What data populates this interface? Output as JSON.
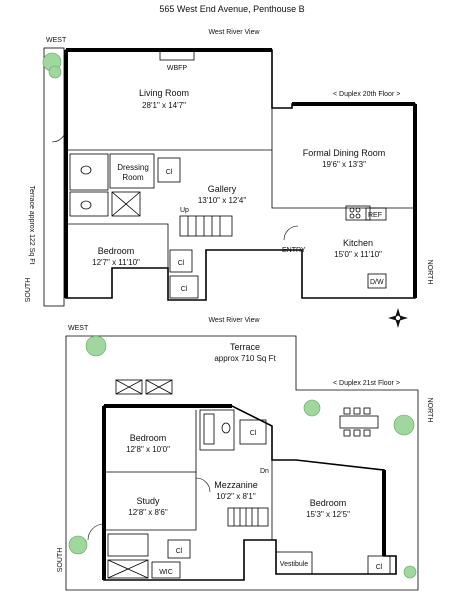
{
  "title": "565 West End Avenue, Penthouse B",
  "upper": {
    "river_view": "West River View",
    "west": "WEST",
    "south": "SOUTH",
    "north": "NORTH",
    "floor": "< Duplex 20th Floor >",
    "terrace_vertical": "Terrace  approx 122 Sq Ft",
    "rooms": {
      "living_name": "Living Room",
      "living_dim": "28'1\" x 14'7\"",
      "wbfp": "WBFP",
      "dressing_1": "Dressing",
      "dressing_2": "Room",
      "dining_name": "Formal Dining Room",
      "dining_dim": "19'6\" x 13'3\"",
      "gallery_name": "Gallery",
      "gallery_dim": "13'10\" x 12'4\"",
      "bedroom_name": "Bedroom",
      "bedroom_dim": "12'7\" x 11'10\"",
      "kitchen_name": "Kitchen",
      "kitchen_dim": "15'0\" x 11'10\"",
      "cl": "Cl",
      "up": "Up",
      "entry": "ENTRY",
      "ref": "REF",
      "dw": "D/W"
    }
  },
  "lower": {
    "river_view": "West River View",
    "west": "WEST",
    "south": "SOUTH",
    "north": "NORTH",
    "floor": "< Duplex 21st Floor >",
    "terrace_name": "Terrace",
    "terrace_area": "approx 710 Sq Ft",
    "rooms": {
      "bedroom1_name": "Bedroom",
      "bedroom1_dim": "12'8\" x 10'0\"",
      "study_name": "Study",
      "study_dim": "12'8\" x 8'6\"",
      "mezz_name": "Mezzanine",
      "mezz_dim": "10'2\" x 8'1\"",
      "bedroom2_name": "Bedroom",
      "bedroom2_dim": "15'3\" x 12'5\"",
      "vestibule": "Vestibule",
      "wic": "WIC",
      "cl": "Cl",
      "dn": "Dn"
    }
  }
}
